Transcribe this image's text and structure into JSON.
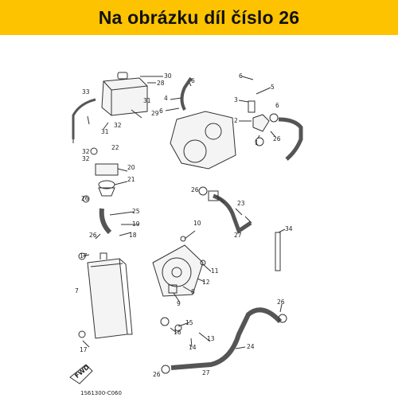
{
  "banner": {
    "text": "Na obrázku díl číslo 26",
    "background": "#fec300"
  },
  "diagram": {
    "code": "1S61300-C060",
    "fwd_label": "FWD",
    "callouts": [
      {
        "n": "30"
      },
      {
        "n": "28"
      },
      {
        "n": "33"
      },
      {
        "n": "31"
      },
      {
        "n": "32"
      },
      {
        "n": "29"
      },
      {
        "n": "31"
      },
      {
        "n": "32"
      },
      {
        "n": "22"
      },
      {
        "n": "32"
      },
      {
        "n": "20"
      },
      {
        "n": "21"
      },
      {
        "n": "26"
      },
      {
        "n": "25"
      },
      {
        "n": "19"
      },
      {
        "n": "26"
      },
      {
        "n": "18"
      },
      {
        "n": "17"
      },
      {
        "n": "7"
      },
      {
        "n": "17"
      },
      {
        "n": "6"
      },
      {
        "n": "4"
      },
      {
        "n": "6"
      },
      {
        "n": "6"
      },
      {
        "n": "5"
      },
      {
        "n": "3"
      },
      {
        "n": "6"
      },
      {
        "n": "2"
      },
      {
        "n": "1"
      },
      {
        "n": "26"
      },
      {
        "n": "26"
      },
      {
        "n": "23"
      },
      {
        "n": "27"
      },
      {
        "n": "34"
      },
      {
        "n": "10"
      },
      {
        "n": "11"
      },
      {
        "n": "12"
      },
      {
        "n": "8"
      },
      {
        "n": "9"
      },
      {
        "n": "15"
      },
      {
        "n": "16"
      },
      {
        "n": "13"
      },
      {
        "n": "14"
      },
      {
        "n": "24"
      },
      {
        "n": "26"
      },
      {
        "n": "27"
      },
      {
        "n": "26"
      }
    ]
  }
}
